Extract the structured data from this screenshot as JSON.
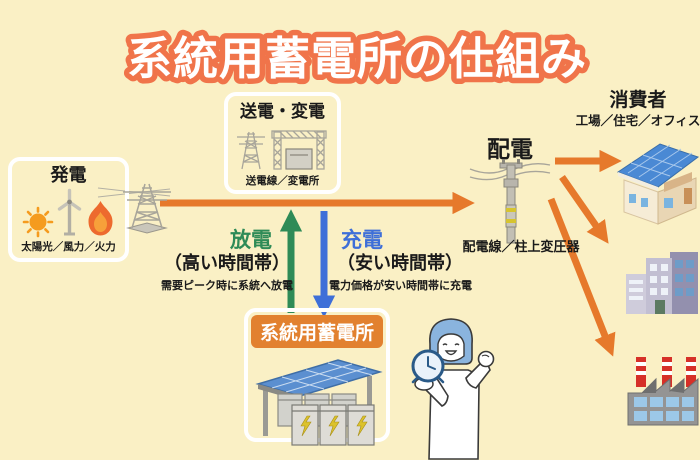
{
  "title": "系統用蓄電所の仕組み",
  "boxes": {
    "generation": {
      "title": "発電",
      "caption": "太陽光／風力／火力"
    },
    "transmission": {
      "title": "送電・変電",
      "caption": "送電線／変電所"
    },
    "battery_station": {
      "title": "系統用蓄電所"
    }
  },
  "distribution": {
    "title": "配電",
    "caption": "配電線／柱上変圧器"
  },
  "consumers": {
    "title": "消費者",
    "subtitle": "工場／住宅／オフィス"
  },
  "flows": {
    "discharge": {
      "label": "放電",
      "timeband": "（高い時間帯）",
      "note": "需要ピーク時に系統へ放電",
      "color": "#2e8b57"
    },
    "charge": {
      "label": "充電",
      "timeband": "（安い時間帯）",
      "note": "電力価格が安い時間帯に充電",
      "color": "#3e6fd8"
    }
  },
  "icons": {
    "generation": [
      "sun-icon",
      "wind-turbine-icon",
      "flame-icon"
    ],
    "transmission": [
      "transmission-tower-icon",
      "substation-icon"
    ],
    "grid": "transmission-tower-icon",
    "distribution": "utility-pole-icon",
    "consumers": [
      "house-icon",
      "office-building-icon",
      "factory-icon"
    ],
    "battery_station": "battery-storage-icon",
    "mascot": [
      "woman-icon",
      "alarm-clock-icon"
    ]
  },
  "colors": {
    "background": "#faf0c5",
    "arrow_orange": "#e6792b",
    "title_fill": "#ffffff",
    "title_outline": "#f0744a",
    "discharge_green": "#2e8b57",
    "charge_blue": "#3e6fd8",
    "station_header": "#e2812f",
    "box_border": "#ffffff"
  }
}
